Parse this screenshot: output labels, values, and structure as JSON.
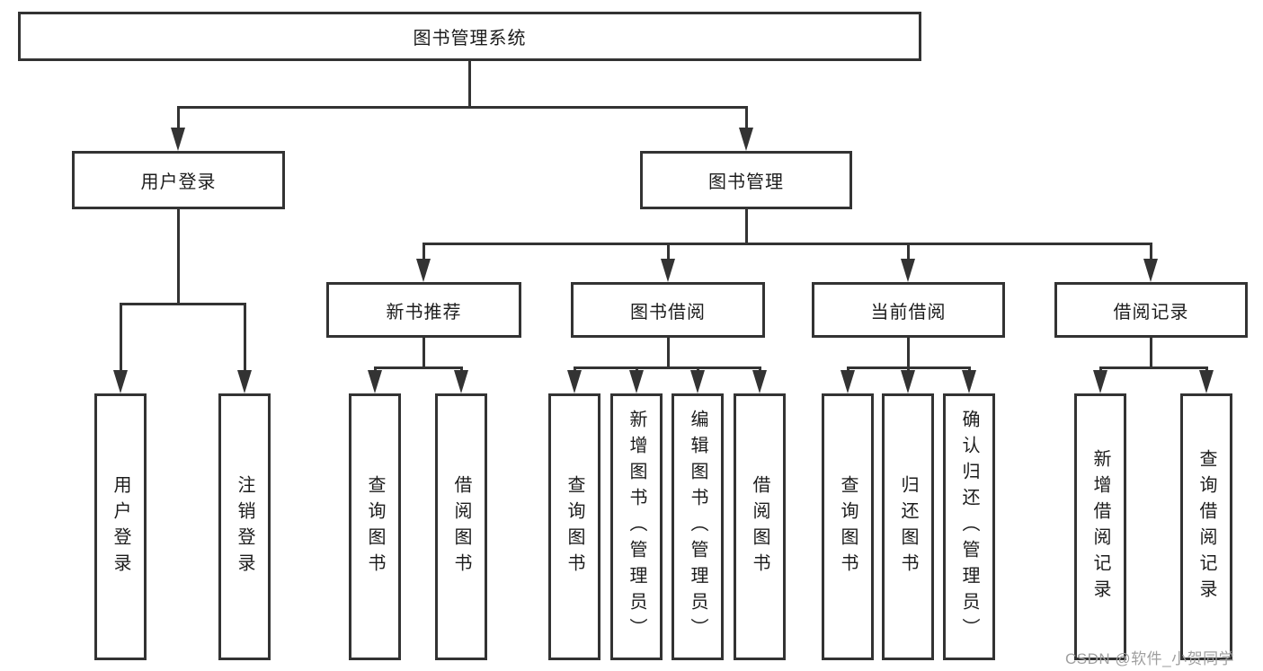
{
  "diagram": {
    "type": "tree",
    "root": {
      "label": "图书管理系统",
      "children": [
        {
          "label": "用户登录",
          "children": [
            {
              "label": "用户登录"
            },
            {
              "label": "注销登录"
            }
          ]
        },
        {
          "label": "图书管理",
          "children": [
            {
              "label": "新书推荐",
              "children": [
                {
                  "label": "查询图书"
                },
                {
                  "label": "借阅图书"
                }
              ]
            },
            {
              "label": "图书借阅",
              "children": [
                {
                  "label": "查询图书"
                },
                {
                  "label": "新增图书（管理员）"
                },
                {
                  "label": "编辑图书（管理员）"
                },
                {
                  "label": "借阅图书"
                }
              ]
            },
            {
              "label": "当前借阅",
              "children": [
                {
                  "label": "查询图书"
                },
                {
                  "label": "归还图书"
                },
                {
                  "label": "确认归还（管理员）"
                }
              ]
            },
            {
              "label": "借阅记录",
              "children": [
                {
                  "label": "新增借阅记录"
                },
                {
                  "label": "查询借阅记录"
                }
              ]
            }
          ]
        }
      ]
    }
  },
  "watermark": {
    "text": "CSDN @软件_小贺同学"
  },
  "colors": {
    "line": "#333333",
    "text": "#1c1c1c",
    "background": "#ffffff",
    "watermark": "#9f9f9f"
  }
}
